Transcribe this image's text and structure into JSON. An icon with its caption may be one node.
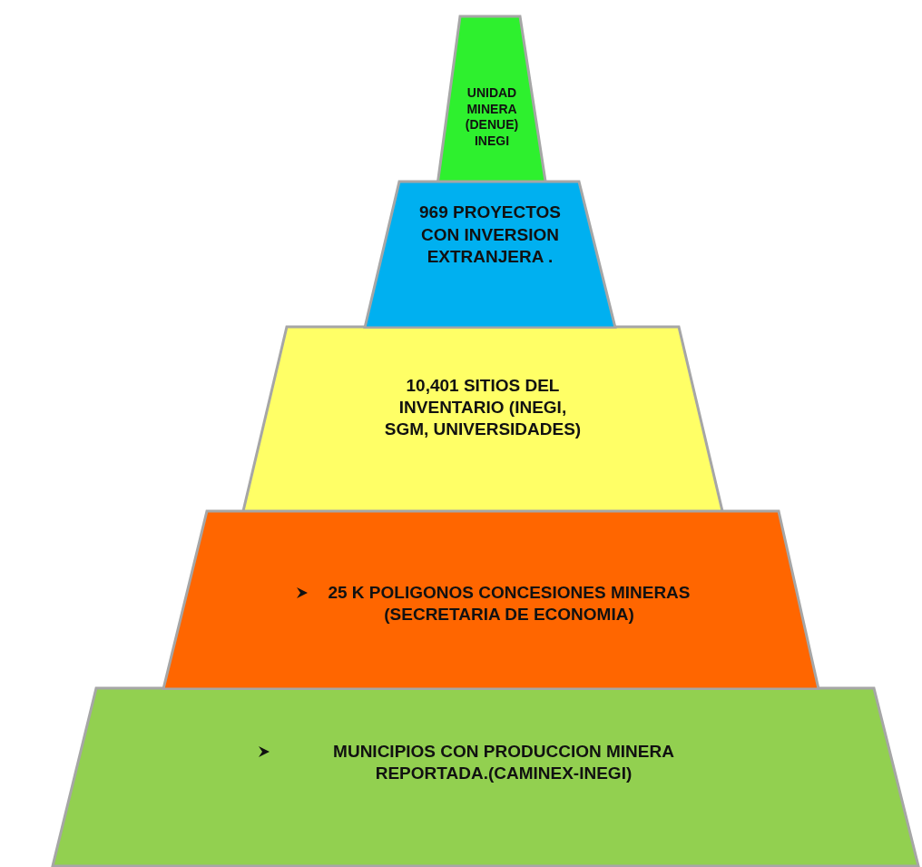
{
  "diagram": {
    "nodes": [
      {
        "text": [
          "UNIDAD MINERA (DENUE) INEGI"
        ]
      },
      {
        "text": [
          "969 PROYECTOS CON INVERSION EXTRANJERA ."
        ]
      },
      {
        "text": [
          "10,401 SITIOS DEL INVENTARIO (INEGI, SGM, UNIVERSIDADES)"
        ]
      },
      {
        "text": [
          "25 K POLIGONOS CONCESIONES MINERAS (SECRETARIA DE ECONOMIA)"
        ]
      },
      {
        "text": [
          "MUNICIPIOS CON PRODUCCION MINERA REPORTADA.(CAMINEX-INEGI)"
        ]
      }
    ],
    "edges": []
  }
}
